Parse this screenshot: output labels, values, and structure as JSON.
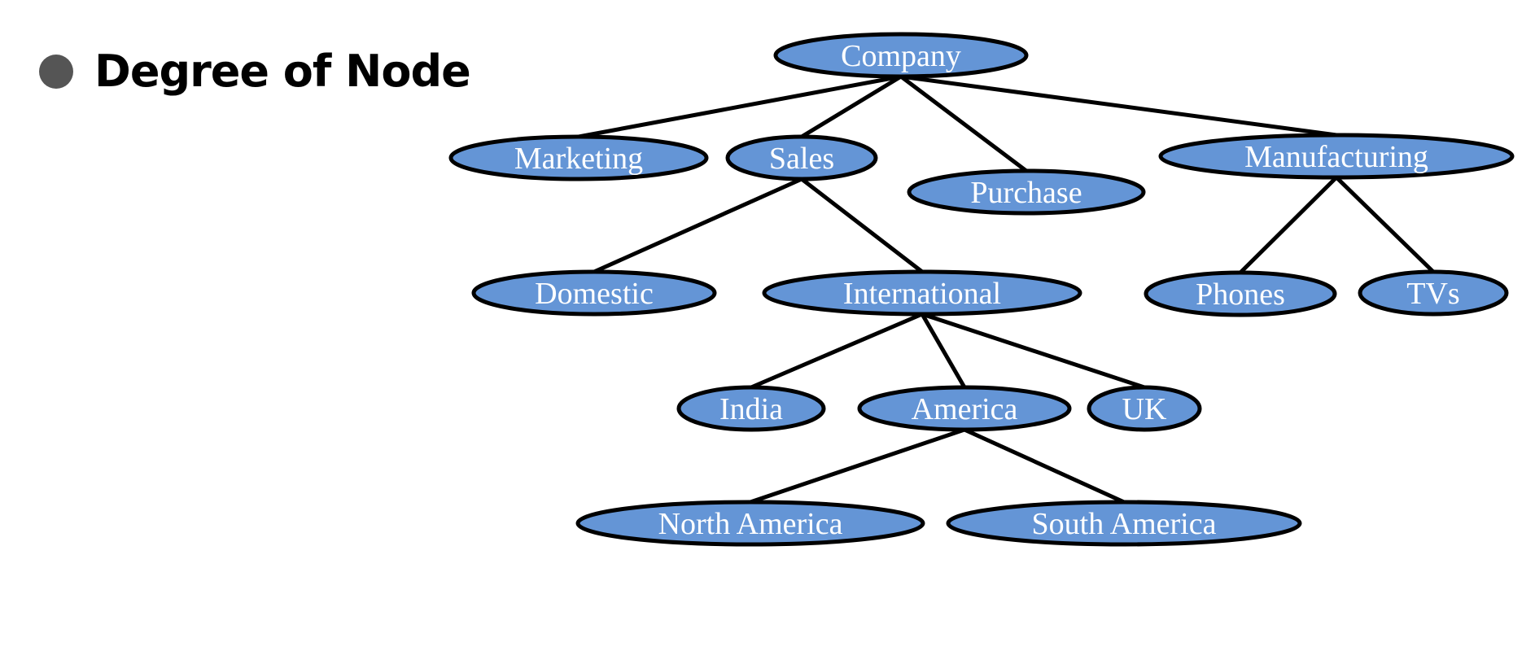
{
  "heading": {
    "text": "Degree of Node"
  },
  "colors": {
    "node_fill": "#6495d6",
    "node_stroke": "#000000",
    "edge": "#000000",
    "bullet": "#555555"
  },
  "tree": {
    "nodes": [
      {
        "id": "company",
        "label": "Company"
      },
      {
        "id": "marketing",
        "label": "Marketing"
      },
      {
        "id": "sales",
        "label": "Sales"
      },
      {
        "id": "purchase",
        "label": "Purchase"
      },
      {
        "id": "manufacturing",
        "label": "Manufacturing"
      },
      {
        "id": "domestic",
        "label": "Domestic"
      },
      {
        "id": "international",
        "label": "International"
      },
      {
        "id": "phones",
        "label": "Phones"
      },
      {
        "id": "tvs",
        "label": "TVs"
      },
      {
        "id": "india",
        "label": "India"
      },
      {
        "id": "america",
        "label": "America"
      },
      {
        "id": "uk",
        "label": "UK"
      },
      {
        "id": "north-america",
        "label": "North America"
      },
      {
        "id": "south-america",
        "label": "South America"
      }
    ],
    "edges": [
      {
        "from": "company",
        "to": "marketing"
      },
      {
        "from": "company",
        "to": "sales"
      },
      {
        "from": "company",
        "to": "purchase"
      },
      {
        "from": "company",
        "to": "manufacturing"
      },
      {
        "from": "sales",
        "to": "domestic"
      },
      {
        "from": "sales",
        "to": "international"
      },
      {
        "from": "manufacturing",
        "to": "phones"
      },
      {
        "from": "manufacturing",
        "to": "tvs"
      },
      {
        "from": "international",
        "to": "india"
      },
      {
        "from": "international",
        "to": "america"
      },
      {
        "from": "international",
        "to": "uk"
      },
      {
        "from": "america",
        "to": "north-america"
      },
      {
        "from": "america",
        "to": "south-america"
      }
    ]
  }
}
